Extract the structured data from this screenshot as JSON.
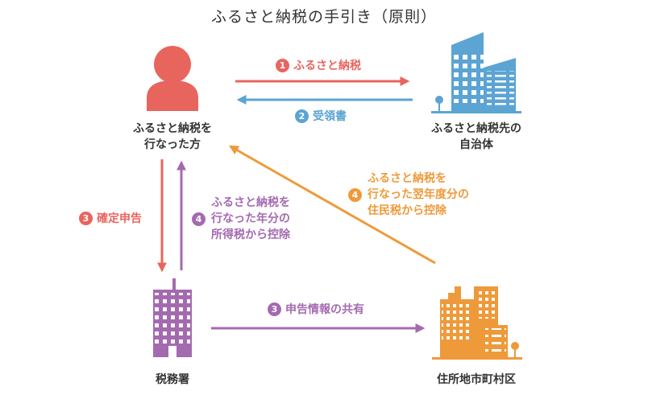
{
  "title": "ふるさと納税の手引き（原則）",
  "colors": {
    "red": "#e8655e",
    "blue": "#5ba4d4",
    "purple": "#a46ab0",
    "orange": "#ee9a3a",
    "text": "#333333"
  },
  "nodes": {
    "taxpayer": {
      "lines": [
        "ふるさと納税を",
        "行なった方"
      ],
      "icon": "person-icon"
    },
    "donation_municipality": {
      "lines": [
        "ふるさと納税先の",
        "自治体"
      ],
      "icon": "blue-buildings-icon"
    },
    "tax_office": {
      "label": "税務署",
      "icon": "purple-building-icon"
    },
    "residence_municipality": {
      "label": "住所地市町村区",
      "icon": "orange-buildings-icon"
    }
  },
  "steps": {
    "step1": {
      "number": "1",
      "label": "ふるさと納税"
    },
    "step2": {
      "number": "2",
      "label": "受領書"
    },
    "step3_filing": {
      "number": "3",
      "label": "確定申告"
    },
    "step3_share": {
      "number": "3",
      "label": "申告情報の共有"
    },
    "step4_income": {
      "number": "4",
      "lines": [
        "ふるさと納税を",
        "行なった年分の",
        "所得税から控除"
      ]
    },
    "step4_resident": {
      "number": "4",
      "lines": [
        "ふるさと納税を",
        "行なった翌年度分の",
        "住民税から控除"
      ]
    }
  }
}
